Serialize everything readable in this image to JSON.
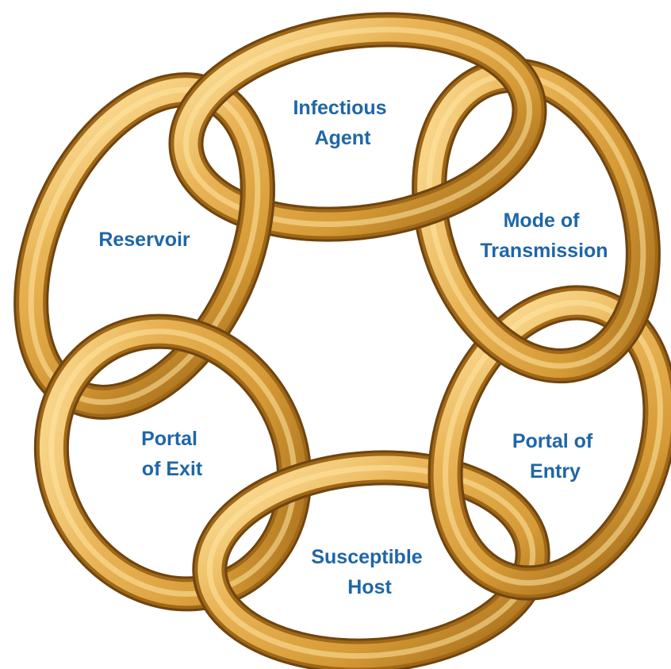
{
  "diagram": {
    "colors": {
      "ring_highlight": "#FFE6A3",
      "ring_mid": "#E9B456",
      "ring_base": "#D59A36",
      "ring_shadow": "#9F6716",
      "ring_dark": "#6E4410",
      "label": "#1E66A8",
      "background": "#FFFFFF"
    },
    "links": [
      {
        "id": "infectious-agent",
        "lines": [
          "Infectious",
          "Agent"
        ]
      },
      {
        "id": "mode-of-transmission",
        "lines": [
          "Mode of",
          "Transmission"
        ]
      },
      {
        "id": "portal-of-entry",
        "lines": [
          "Portal of",
          "Entry"
        ]
      },
      {
        "id": "susceptible-host",
        "lines": [
          "Susceptible",
          "Host"
        ]
      },
      {
        "id": "portal-of-exit",
        "lines": [
          "Portal",
          "of Exit"
        ]
      },
      {
        "id": "reservoir",
        "lines": [
          "Reservoir"
        ]
      }
    ]
  }
}
